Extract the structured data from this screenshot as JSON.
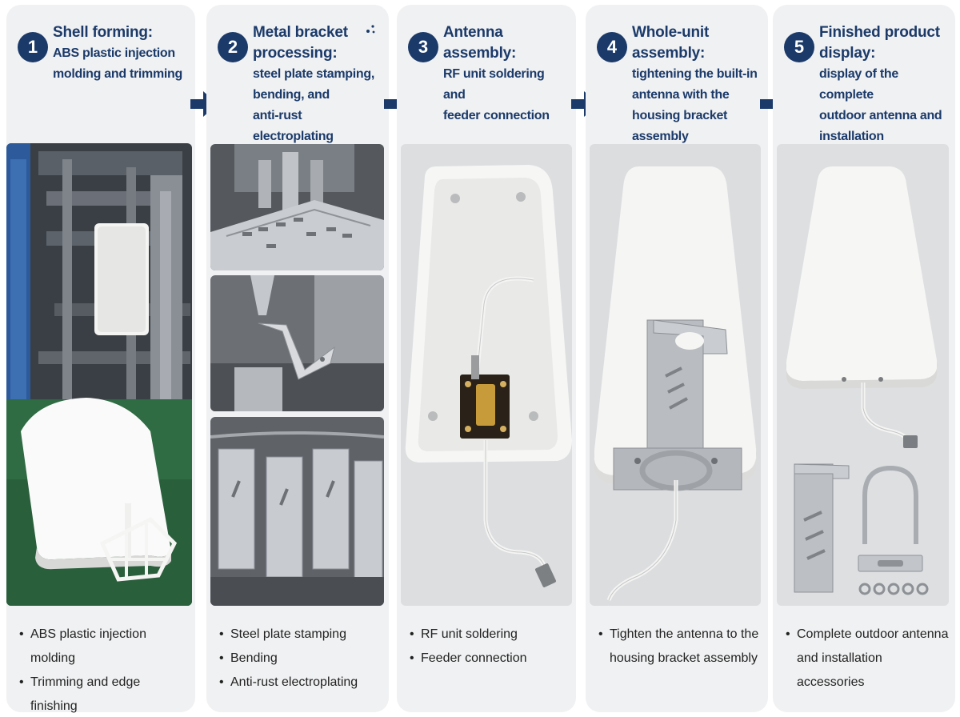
{
  "colors": {
    "accent": "#1b3a6a",
    "panel": "#f0f1f2",
    "text": "#222222"
  },
  "steps": [
    {
      "number": "1",
      "title": [
        "Shell forming:"
      ],
      "subtitle": [
        "ABS plastic injection",
        "molding and trimming"
      ],
      "bullets": [
        "ABS plastic injection molding",
        "Trimming and edge finishing"
      ]
    },
    {
      "number": "2",
      "title": [
        "Metal bracket",
        "processing:"
      ],
      "subtitle": [
        "steel plate stamping,",
        "bending, and",
        "anti-rust electroplating"
      ],
      "bullets": [
        "Steel plate stamping",
        "Bending",
        "Anti-rust electroplating"
      ]
    },
    {
      "number": "3",
      "title": [
        "Antenna assembly:"
      ],
      "subtitle": [
        "RF unit soldering and",
        "feeder connection"
      ],
      "bullets": [
        "RF unit soldering",
        "Feeder connection"
      ]
    },
    {
      "number": "4",
      "title": [
        "Whole-unit assembly:"
      ],
      "subtitle": [
        "tightening the built-in",
        "antenna with the",
        "housing bracket",
        "assembly"
      ],
      "bullets": [
        "Tighten the antenna to the",
        "housing bracket assembly"
      ]
    },
    {
      "number": "5",
      "title": [
        "Finished product",
        "display:"
      ],
      "subtitle": [
        "display of the complete",
        "outdoor antenna and",
        "installation accessories"
      ],
      "bullets": [
        "Complete outdoor antenna",
        "and installation accessories"
      ]
    }
  ],
  "icons": {
    "flow_arrow": "arrow-right-icon",
    "step_badge": "number-circle"
  }
}
